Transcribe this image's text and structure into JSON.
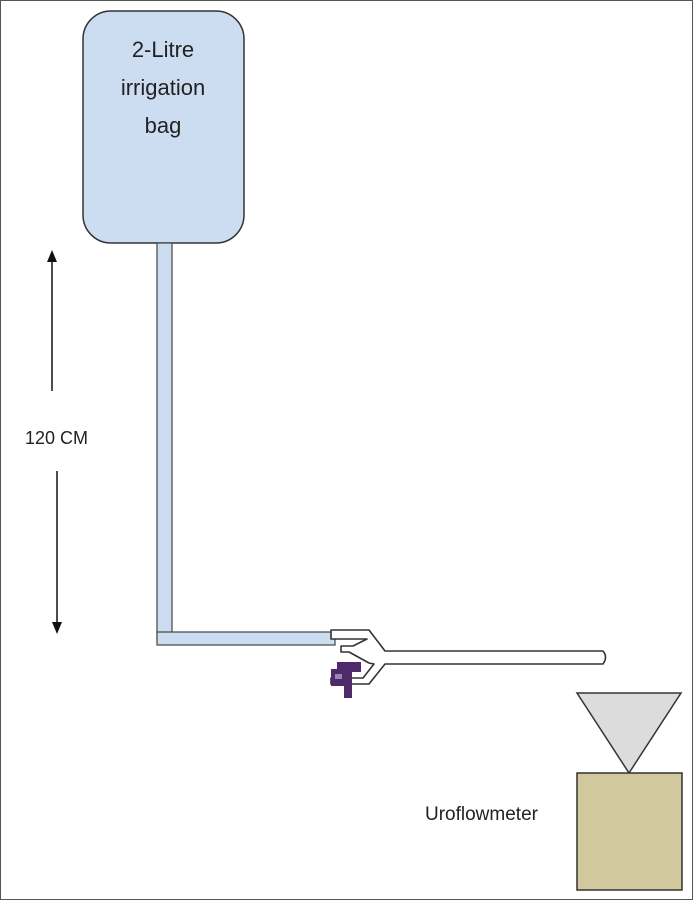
{
  "bag": {
    "label_lines": [
      "2-Litre",
      "irrigation",
      "bag"
    ],
    "fill_color": "#cdddf1"
  },
  "height": {
    "label": "120 CM"
  },
  "uroflowmeter": {
    "label": "Uroflowmeter",
    "box_color": "#d1c89e",
    "funnel_color": "#dcdcdc"
  },
  "tubing": {
    "fill_color": "#cdddf1"
  },
  "catheter": {
    "valve_color": "#4e2a6a"
  }
}
